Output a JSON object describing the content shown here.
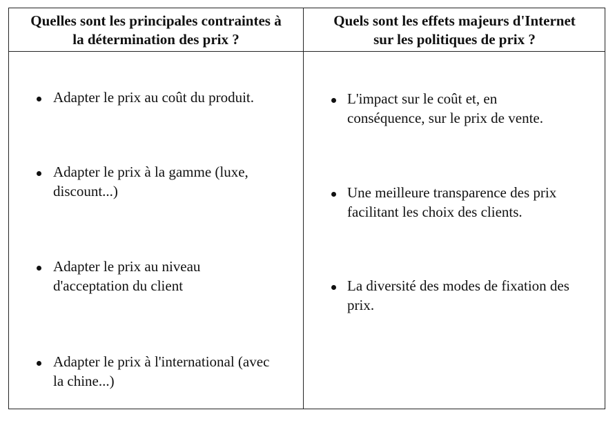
{
  "table": {
    "headers": {
      "left": [
        "Quelles sont les principales contraintes à",
        "la détermination des prix ?"
      ],
      "right": [
        "Quels sont les effets majeurs d'Internet",
        "sur les politiques de prix ?"
      ]
    },
    "left_items": [
      {
        "lines": [
          "Adapter le prix au coût du produit."
        ]
      },
      {
        "lines": [
          "Adapter le prix à la gamme (luxe,",
          "discount...)"
        ]
      },
      {
        "lines": [
          "Adapter le prix au niveau",
          "d'acceptation du client"
        ]
      },
      {
        "lines": [
          "Adapter le prix à l'international (avec",
          "la chine...)"
        ]
      }
    ],
    "right_items": [
      {
        "lines": [
          "L'impact sur le coût et, en",
          "conséquence, sur le prix de vente."
        ]
      },
      {
        "lines": [
          "Une meilleure transparence des prix",
          "facilitant les choix des clients."
        ]
      },
      {
        "lines": [
          "La diversité des modes de fixation des",
          "prix."
        ]
      }
    ]
  }
}
